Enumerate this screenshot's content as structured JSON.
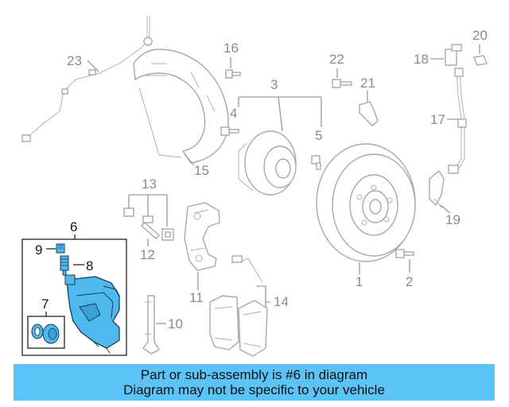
{
  "callouts": {
    "c1": "1",
    "c2": "2",
    "c3": "3",
    "c4": "4",
    "c5": "5",
    "c6": "6",
    "c7": "7",
    "c8": "8",
    "c9": "9",
    "c10": "10",
    "c11": "11",
    "c12": "12",
    "c13": "13",
    "c14": "14",
    "c15": "15",
    "c16": "16",
    "c17": "17",
    "c18": "18",
    "c19": "19",
    "c20": "20",
    "c21": "21",
    "c22": "22",
    "c23": "23"
  },
  "colors": {
    "highlight": "#4fb9ee",
    "banner": "#5bc3f5"
  },
  "banner": {
    "line1": "Part or sub-assembly is #6 in diagram",
    "line2": "Diagram may not be specific to your vehicle"
  }
}
